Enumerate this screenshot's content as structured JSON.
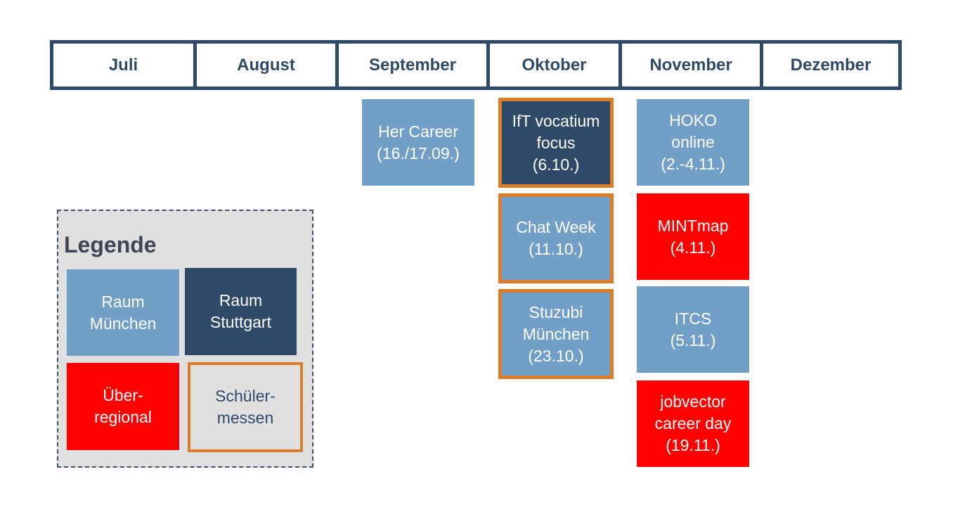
{
  "months": [
    "Juli",
    "August",
    "September",
    "Oktober",
    "November",
    "Dezember"
  ],
  "colors": {
    "raum_muenchen": "#729fc8",
    "raum_stuttgart": "#2f4a68",
    "ueberregional": "#ff0000",
    "schuelermessen_border": "#db7d2b",
    "legend_bg": "#e0e0e0"
  },
  "events": {
    "her_career": "Her Career\n(16./17.09.)",
    "ift_vocatium": "IfT vocatium\nfocus\n(6.10.)",
    "chat_week": "Chat Week\n(11.10.)",
    "stuzubi": "Stuzubi\nMünchen\n(23.10.)",
    "hoko": "HOKO\nonline\n(2.-4.11.)",
    "mintmap": "MINTmap\n(4.11.)",
    "itcs": "ITCS\n(5.11.)",
    "jobvector": "jobvector\ncareer day\n(19.11.)"
  },
  "legend": {
    "title": "Legende",
    "raum_muenchen": "Raum\nMünchen",
    "raum_stuttgart": "Raum\nStuttgart",
    "ueberregional": "Über-\nregional",
    "schuelermessen": "Schüler-\nmessen"
  }
}
